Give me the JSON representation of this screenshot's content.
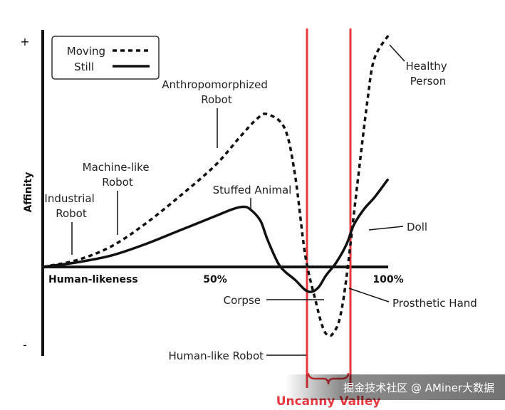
{
  "chart_data": {
    "type": "line",
    "xlabel": "Human-likeness",
    "ylabel": "Affinity",
    "x_ticks": [
      "50%",
      "100%"
    ],
    "y_ticks": [
      "+",
      "-"
    ],
    "xlim": [
      0,
      100
    ],
    "ylim": [
      -1,
      1
    ],
    "legend": {
      "placement": "top-left",
      "entries": [
        {
          "label": "Moving",
          "style": "dashed"
        },
        {
          "label": "Still",
          "style": "solid"
        }
      ]
    },
    "series": [
      {
        "name": "Moving",
        "style": "dashed",
        "x": [
          0,
          10,
          20,
          30,
          40,
          50,
          57,
          62,
          65,
          70,
          73,
          76,
          79,
          81,
          82.5,
          84,
          86,
          88,
          91,
          94,
          96,
          100
        ],
        "y": [
          0,
          0.03,
          0.09,
          0.19,
          0.31,
          0.44,
          0.56,
          0.64,
          0.66,
          0.6,
          0.4,
          0.05,
          -0.4,
          -0.7,
          -0.8,
          -0.78,
          -0.6,
          -0.1,
          0.35,
          0.72,
          0.9,
          1.0
        ]
      },
      {
        "name": "Still",
        "style": "solid",
        "x": [
          0,
          10,
          20,
          30,
          40,
          50,
          55,
          58,
          60,
          63,
          65,
          68,
          70,
          73,
          76,
          78,
          80,
          82,
          85,
          88,
          90,
          93,
          96,
          100
        ],
        "y": [
          0,
          0.02,
          0.05,
          0.1,
          0.16,
          0.22,
          0.25,
          0.26,
          0.25,
          0.2,
          0.12,
          0.02,
          -0.05,
          -0.15,
          -0.27,
          -0.29,
          -0.23,
          -0.1,
          0.02,
          0.1,
          0.18,
          0.25,
          0.3,
          0.38
        ]
      }
    ],
    "annotations": [
      {
        "text": [
          "Industrial",
          "Robot"
        ]
      },
      {
        "text": [
          "Machine-like",
          "Robot"
        ]
      },
      {
        "text": [
          "Anthropomorphized",
          "Robot"
        ]
      },
      {
        "text": [
          "Stuffed Animal"
        ]
      },
      {
        "text": [
          "Healthy",
          "Person"
        ]
      },
      {
        "text": [
          "Doll"
        ]
      },
      {
        "text": [
          "Prosthetic Hand"
        ]
      },
      {
        "text": [
          "Corpse"
        ]
      },
      {
        "text": [
          "Human-like Robot"
        ]
      }
    ],
    "region": {
      "label": "Uncanny Valley",
      "color": "#e8383f"
    }
  },
  "watermark": "掘金技术社区 @ AMiner大数据"
}
